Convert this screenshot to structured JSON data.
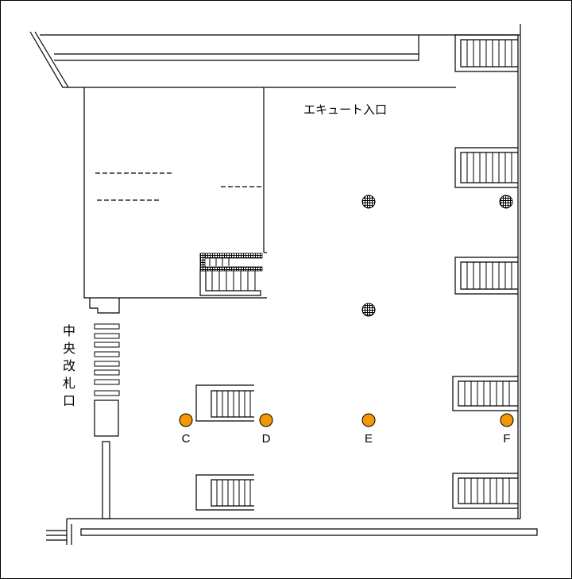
{
  "entrance_label": "エキュート入口",
  "gate_label": [
    "中",
    "央",
    "改",
    "札",
    "口"
  ],
  "exits": [
    "C",
    "D",
    "E",
    "F"
  ],
  "colors": {
    "line": "#000000",
    "exit_marker": "#f39800",
    "background": "#ffffff"
  },
  "icons": {
    "pillar": "hatched-pillar-icon",
    "stairs": "stairs-icon",
    "exit": "exit-marker-icon"
  }
}
